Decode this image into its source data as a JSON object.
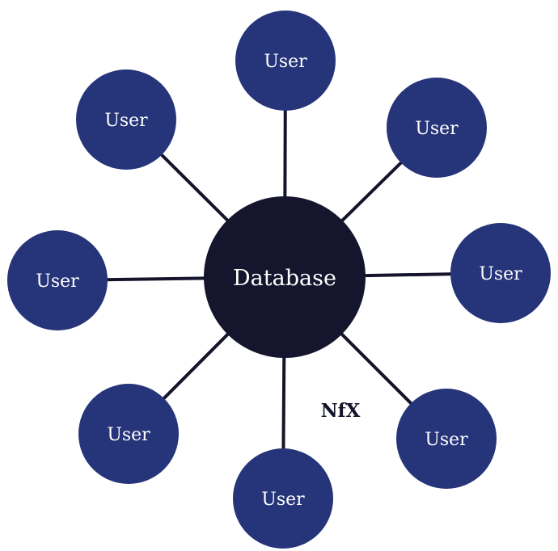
{
  "colors": {
    "user_node": "#263479",
    "center_node": "#15152d",
    "connector": "#14142a",
    "background": "#ffffff"
  },
  "center": {
    "label": "Database"
  },
  "users": [
    {
      "label": "User"
    },
    {
      "label": "User"
    },
    {
      "label": "User"
    },
    {
      "label": "User"
    },
    {
      "label": "User"
    },
    {
      "label": "User"
    },
    {
      "label": "User"
    },
    {
      "label": "User"
    }
  ],
  "logo": {
    "text": "NfX"
  }
}
